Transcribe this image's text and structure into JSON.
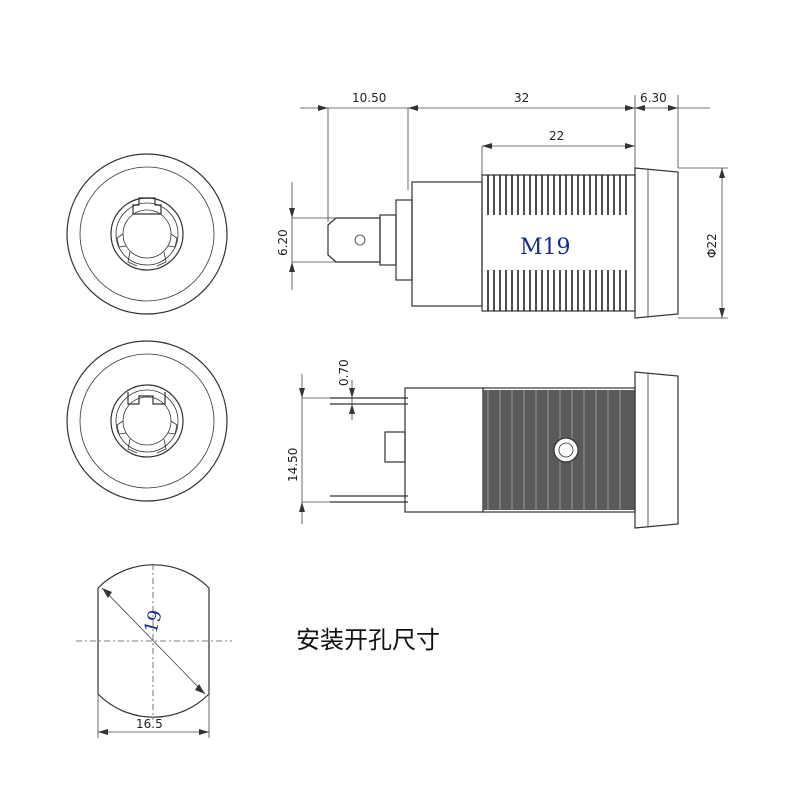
{
  "top_view": {
    "dims": {
      "d1": "10.50",
      "d2": "32",
      "d3": "6.30",
      "d4": "22",
      "d5": "6.20",
      "dia": "Φ22"
    },
    "thread_label": "M19"
  },
  "bottom_view": {
    "dims": {
      "d1": "0.70",
      "d2": "14.50"
    }
  },
  "cutout": {
    "diameter": "19",
    "width": "16.5",
    "caption": "安装开孔尺寸"
  }
}
